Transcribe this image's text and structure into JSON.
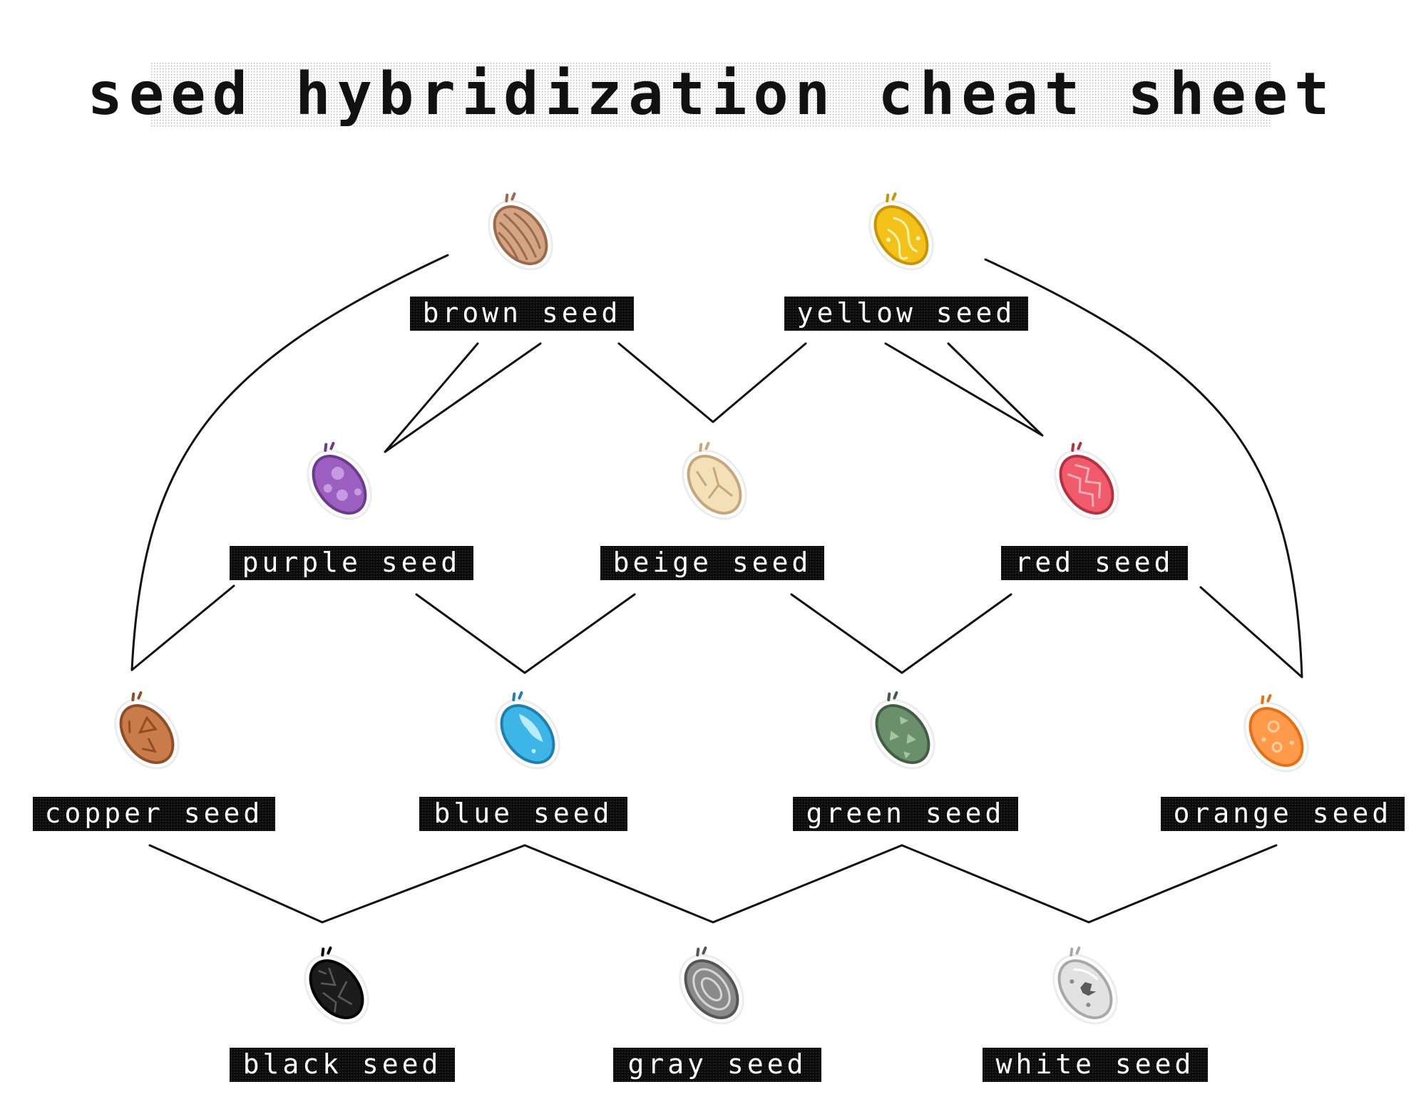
{
  "title": "seed hybridization cheat sheet",
  "seeds": {
    "brown": {
      "label": "brown seed",
      "fill": "#d4a484",
      "stroke": "#9c6a4a"
    },
    "yellow": {
      "label": "yellow seed",
      "fill": "#f2c21a",
      "stroke": "#c99400"
    },
    "purple": {
      "label": "purple seed",
      "fill": "#9b5fc0",
      "stroke": "#6b3a8e"
    },
    "beige": {
      "label": "beige seed",
      "fill": "#f3dfb8",
      "stroke": "#c6a77a"
    },
    "red": {
      "label": "red seed",
      "fill": "#ef5b6b",
      "stroke": "#b8303f"
    },
    "copper": {
      "label": "copper seed",
      "fill": "#c97b4a",
      "stroke": "#8f4e26"
    },
    "blue": {
      "label": "blue seed",
      "fill": "#3db5e6",
      "stroke": "#1b7fb0"
    },
    "green": {
      "label": "green seed",
      "fill": "#6b8f6b",
      "stroke": "#3f5e42"
    },
    "orange": {
      "label": "orange seed",
      "fill": "#ff9a4a",
      "stroke": "#e86e14"
    },
    "black": {
      "label": "black seed",
      "fill": "#1c1c1c",
      "stroke": "#000000"
    },
    "gray": {
      "label": "gray seed",
      "fill": "#8a8a8a",
      "stroke": "#555555"
    },
    "white": {
      "label": "white seed",
      "fill": "#e2e2e2",
      "stroke": "#a8a8a8"
    }
  },
  "hybrids": [
    {
      "parents": [
        "brown",
        "brown"
      ],
      "child": "purple"
    },
    {
      "parents": [
        "brown",
        "yellow"
      ],
      "child": "beige"
    },
    {
      "parents": [
        "yellow",
        "yellow"
      ],
      "child": "red"
    },
    {
      "parents": [
        "brown",
        "purple"
      ],
      "child": "copper"
    },
    {
      "parents": [
        "purple",
        "beige"
      ],
      "child": "blue"
    },
    {
      "parents": [
        "beige",
        "red"
      ],
      "child": "green"
    },
    {
      "parents": [
        "red",
        "yellow"
      ],
      "child": "orange"
    },
    {
      "parents": [
        "copper",
        "blue"
      ],
      "child": "black"
    },
    {
      "parents": [
        "blue",
        "green"
      ],
      "child": "gray"
    },
    {
      "parents": [
        "green",
        "orange"
      ],
      "child": "white"
    }
  ]
}
